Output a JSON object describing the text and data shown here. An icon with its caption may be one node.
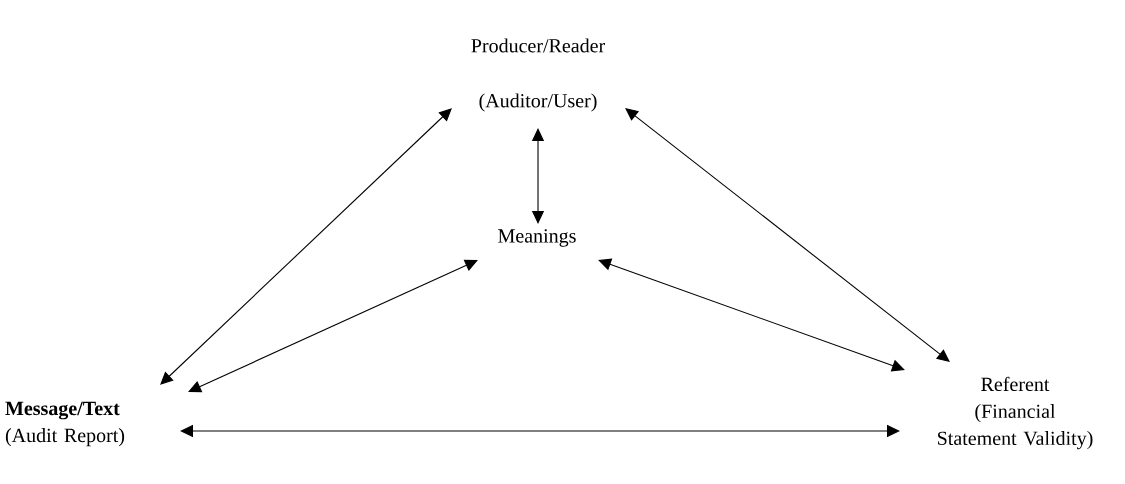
{
  "diagram": {
    "nodes": [
      {
        "text": [
          "Producer/Reader",
          "(Auditor/User)"
        ]
      },
      {
        "text": [
          "Meanings"
        ]
      },
      {
        "text": [
          "Message/Text",
          "(Audit Report)"
        ]
      },
      {
        "text": [
          "Referent",
          "(Financial Statement Validity)"
        ]
      }
    ],
    "edges": [
      {
        "from": 0,
        "to": 2,
        "arrow": "both"
      },
      {
        "from": 0,
        "to": 1,
        "arrow": "both"
      },
      {
        "from": 0,
        "to": 3,
        "arrow": "both"
      },
      {
        "from": 1,
        "to": 2,
        "arrow": "both"
      },
      {
        "from": 1,
        "to": 3,
        "arrow": "both"
      },
      {
        "from": 2,
        "to": 3,
        "arrow": "both"
      }
    ]
  }
}
